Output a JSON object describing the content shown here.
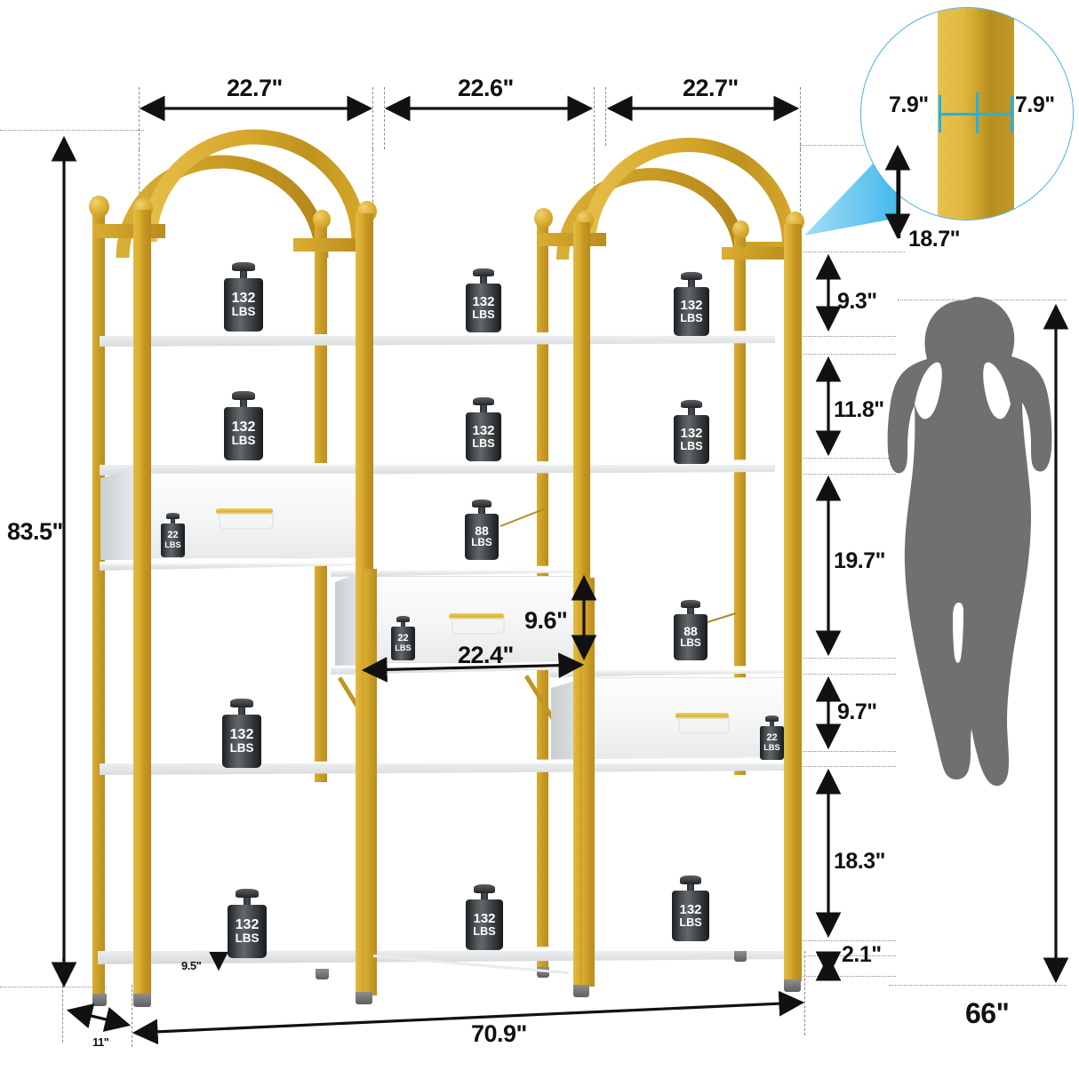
{
  "product": {
    "type": "bookshelf-dimension-diagram",
    "colors": {
      "gold": "#D0A32B",
      "gold_dark": "#B8891C",
      "shelf_white": "#FFFFFF",
      "silhouette_gray": "#707070",
      "callout_cyan": "#22B0E8",
      "dimension_black": "#111111"
    }
  },
  "dimensions": {
    "top": [
      {
        "label": "22.7\"",
        "name": "left-bay-width"
      },
      {
        "label": "22.6\"",
        "name": "center-bay-width"
      },
      {
        "label": "22.7\"",
        "name": "right-bay-width"
      }
    ],
    "left": {
      "total_height": "83.5\""
    },
    "right": [
      {
        "label": "18.7\"",
        "name": "arch-height"
      },
      {
        "label": "9.3\"",
        "name": "top-post-to-shelf"
      },
      {
        "label": "11.8\"",
        "name": "shelf-gap-1"
      },
      {
        "label": "19.7\"",
        "name": "shelf-gap-2"
      },
      {
        "label": "9.7\"",
        "name": "shelf-gap-3"
      },
      {
        "label": "18.3\"",
        "name": "shelf-gap-4"
      },
      {
        "label": "2.1\"",
        "name": "leg-height"
      }
    ],
    "bottom": {
      "total_width": "70.9\"",
      "depth": "11\"",
      "shelf_depth": "9.5\""
    },
    "drawer": {
      "width": "22.4\"",
      "height": "9.6\""
    },
    "callout": {
      "left_label": "7.9\"",
      "right_label": "7.9\"",
      "pointer_label": "18.7\""
    },
    "person": {
      "height": "66\""
    }
  },
  "weights": {
    "shelf_capacity": "132",
    "drawer_capacity": "22",
    "middle_shelf_capacity": "88",
    "unit": "LBS",
    "markers": [
      {
        "value": "132",
        "unit": "LBS",
        "position": "top-shelf-left"
      },
      {
        "value": "132",
        "unit": "LBS",
        "position": "top-shelf-center"
      },
      {
        "value": "132",
        "unit": "LBS",
        "position": "top-shelf-right"
      },
      {
        "value": "132",
        "unit": "LBS",
        "position": "second-shelf-left"
      },
      {
        "value": "132",
        "unit": "LBS",
        "position": "second-shelf-center"
      },
      {
        "value": "132",
        "unit": "LBS",
        "position": "second-shelf-right"
      },
      {
        "value": "22",
        "unit": "LBS",
        "position": "left-drawer"
      },
      {
        "value": "88",
        "unit": "LBS",
        "position": "center-shelf"
      },
      {
        "value": "22",
        "unit": "LBS",
        "position": "center-drawer"
      },
      {
        "value": "88",
        "unit": "LBS",
        "position": "right-shelf"
      },
      {
        "value": "22",
        "unit": "LBS",
        "position": "right-drawer"
      },
      {
        "value": "132",
        "unit": "LBS",
        "position": "fourth-shelf-left"
      },
      {
        "value": "132",
        "unit": "LBS",
        "position": "bottom-shelf-left"
      },
      {
        "value": "132",
        "unit": "LBS",
        "position": "bottom-shelf-center"
      },
      {
        "value": "132",
        "unit": "LBS",
        "position": "bottom-shelf-right"
      }
    ]
  }
}
